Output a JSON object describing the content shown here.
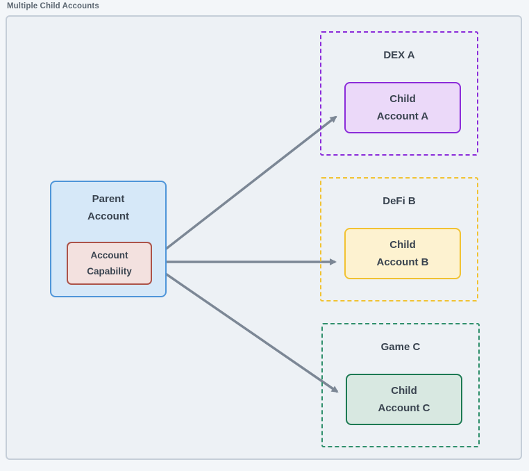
{
  "page": {
    "title": "Multiple Child Accounts"
  },
  "parent": {
    "label": "Parent\nAccount",
    "capability_label": "Account\nCapability"
  },
  "groups": [
    {
      "label": "DEX A",
      "child_label": "Child\nAccount A"
    },
    {
      "label": "DeFi B",
      "child_label": "Child\nAccount B"
    },
    {
      "label": "Game C",
      "child_label": "Child\nAccount C"
    }
  ],
  "colors": {
    "page_background": "#f3f6f9",
    "canvas_background": "#edf1f5",
    "canvas_border": "#c5ced8",
    "arrow": "#7c8795",
    "text": "#39434f",
    "title_text": "#5d6873",
    "parent_fill": "#d6e8f8",
    "parent_border": "#4e95d9",
    "capability_fill": "#f3e1df",
    "capability_border": "#ac5349",
    "dex_a_accent": "#8b2cd9",
    "dex_a_fill": "#ebd9f9",
    "defi_b_accent": "#f1c232",
    "defi_b_fill": "#fdf2d0",
    "game_c_accent": "#1d7a53",
    "game_c_fill": "#d8e8e1"
  }
}
